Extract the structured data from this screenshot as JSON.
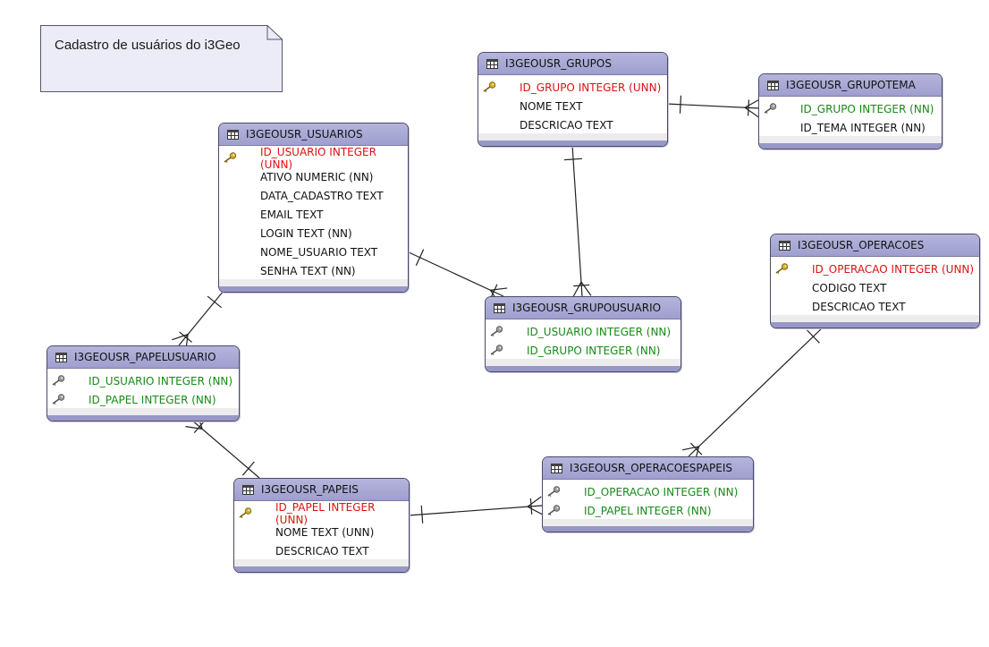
{
  "note": {
    "text": "Cadastro de usuários do i3Geo"
  },
  "entities": {
    "grupos": {
      "name": "I3GEOUSR_GRUPOS",
      "columns": [
        {
          "label": "ID_GRUPO INTEGER (UNN)",
          "type": "pk"
        },
        {
          "label": "NOME TEXT",
          "type": "col"
        },
        {
          "label": "DESCRICAO TEXT",
          "type": "col"
        }
      ]
    },
    "grupotema": {
      "name": "I3GEOUSR_GRUPOTEMA",
      "columns": [
        {
          "label": "ID_GRUPO INTEGER (NN)",
          "type": "fk"
        },
        {
          "label": "ID_TEMA INTEGER (NN)",
          "type": "col"
        }
      ]
    },
    "usuarios": {
      "name": "I3GEOUSR_USUARIOS",
      "columns": [
        {
          "label": "ID_USUARIO INTEGER (UNN)",
          "type": "pk"
        },
        {
          "label": "ATIVO NUMERIC (NN)",
          "type": "col"
        },
        {
          "label": "DATA_CADASTRO TEXT",
          "type": "col"
        },
        {
          "label": "EMAIL TEXT",
          "type": "col"
        },
        {
          "label": "LOGIN TEXT (NN)",
          "type": "col"
        },
        {
          "label": "NOME_USUARIO TEXT",
          "type": "col"
        },
        {
          "label": "SENHA TEXT (NN)",
          "type": "col"
        }
      ]
    },
    "operacoes": {
      "name": "I3GEOUSR_OPERACOES",
      "columns": [
        {
          "label": "ID_OPERACAO INTEGER (UNN)",
          "type": "pk"
        },
        {
          "label": "CODIGO TEXT",
          "type": "col"
        },
        {
          "label": "DESCRICAO TEXT",
          "type": "col"
        }
      ]
    },
    "grupousuario": {
      "name": "I3GEOUSR_GRUPOUSUARIO",
      "columns": [
        {
          "label": "ID_USUARIO INTEGER (NN)",
          "type": "fk"
        },
        {
          "label": "ID_GRUPO INTEGER (NN)",
          "type": "fk"
        }
      ]
    },
    "papelusuario": {
      "name": "I3GEOUSR_PAPELUSUARIO",
      "columns": [
        {
          "label": "ID_USUARIO INTEGER (NN)",
          "type": "fk"
        },
        {
          "label": "ID_PAPEL INTEGER (NN)",
          "type": "fk"
        }
      ]
    },
    "operacoespapeis": {
      "name": "I3GEOUSR_OPERACOESPAPEIS",
      "columns": [
        {
          "label": "ID_OPERACAO INTEGER (NN)",
          "type": "fk"
        },
        {
          "label": "ID_PAPEL INTEGER (NN)",
          "type": "fk"
        }
      ]
    },
    "papeis": {
      "name": "I3GEOUSR_PAPEIS",
      "columns": [
        {
          "label": "ID_PAPEL INTEGER (UNN)",
          "type": "pk"
        },
        {
          "label": "NOME TEXT (UNN)",
          "type": "col"
        },
        {
          "label": "DESCRICAO TEXT",
          "type": "col"
        }
      ]
    }
  },
  "relationships": [
    {
      "from": "grupos",
      "to": "grupotema",
      "from_end": "one",
      "to_end": "many"
    },
    {
      "from": "grupos",
      "to": "grupousuario",
      "from_end": "one",
      "to_end": "many"
    },
    {
      "from": "usuarios",
      "to": "grupousuario",
      "from_end": "one",
      "to_end": "many"
    },
    {
      "from": "usuarios",
      "to": "papelusuario",
      "from_end": "one",
      "to_end": "many"
    },
    {
      "from": "papelusuario",
      "to": "papeis",
      "from_end": "many",
      "to_end": "one"
    },
    {
      "from": "papeis",
      "to": "operacoespapeis",
      "from_end": "one",
      "to_end": "many"
    },
    {
      "from": "operacoes",
      "to": "operacoespapeis",
      "from_end": "one",
      "to_end": "many"
    }
  ],
  "colors": {
    "header": "#9f9fcf",
    "pk_text": "#e01010",
    "fk_text": "#188a18",
    "border": "#4a4a6a",
    "line": "#222222",
    "note_fill": "#ececf8"
  },
  "icons": {
    "entity_icon": "table-icon",
    "pk_icon": "gold-key-icon",
    "fk_icon": "gray-key-icon"
  }
}
